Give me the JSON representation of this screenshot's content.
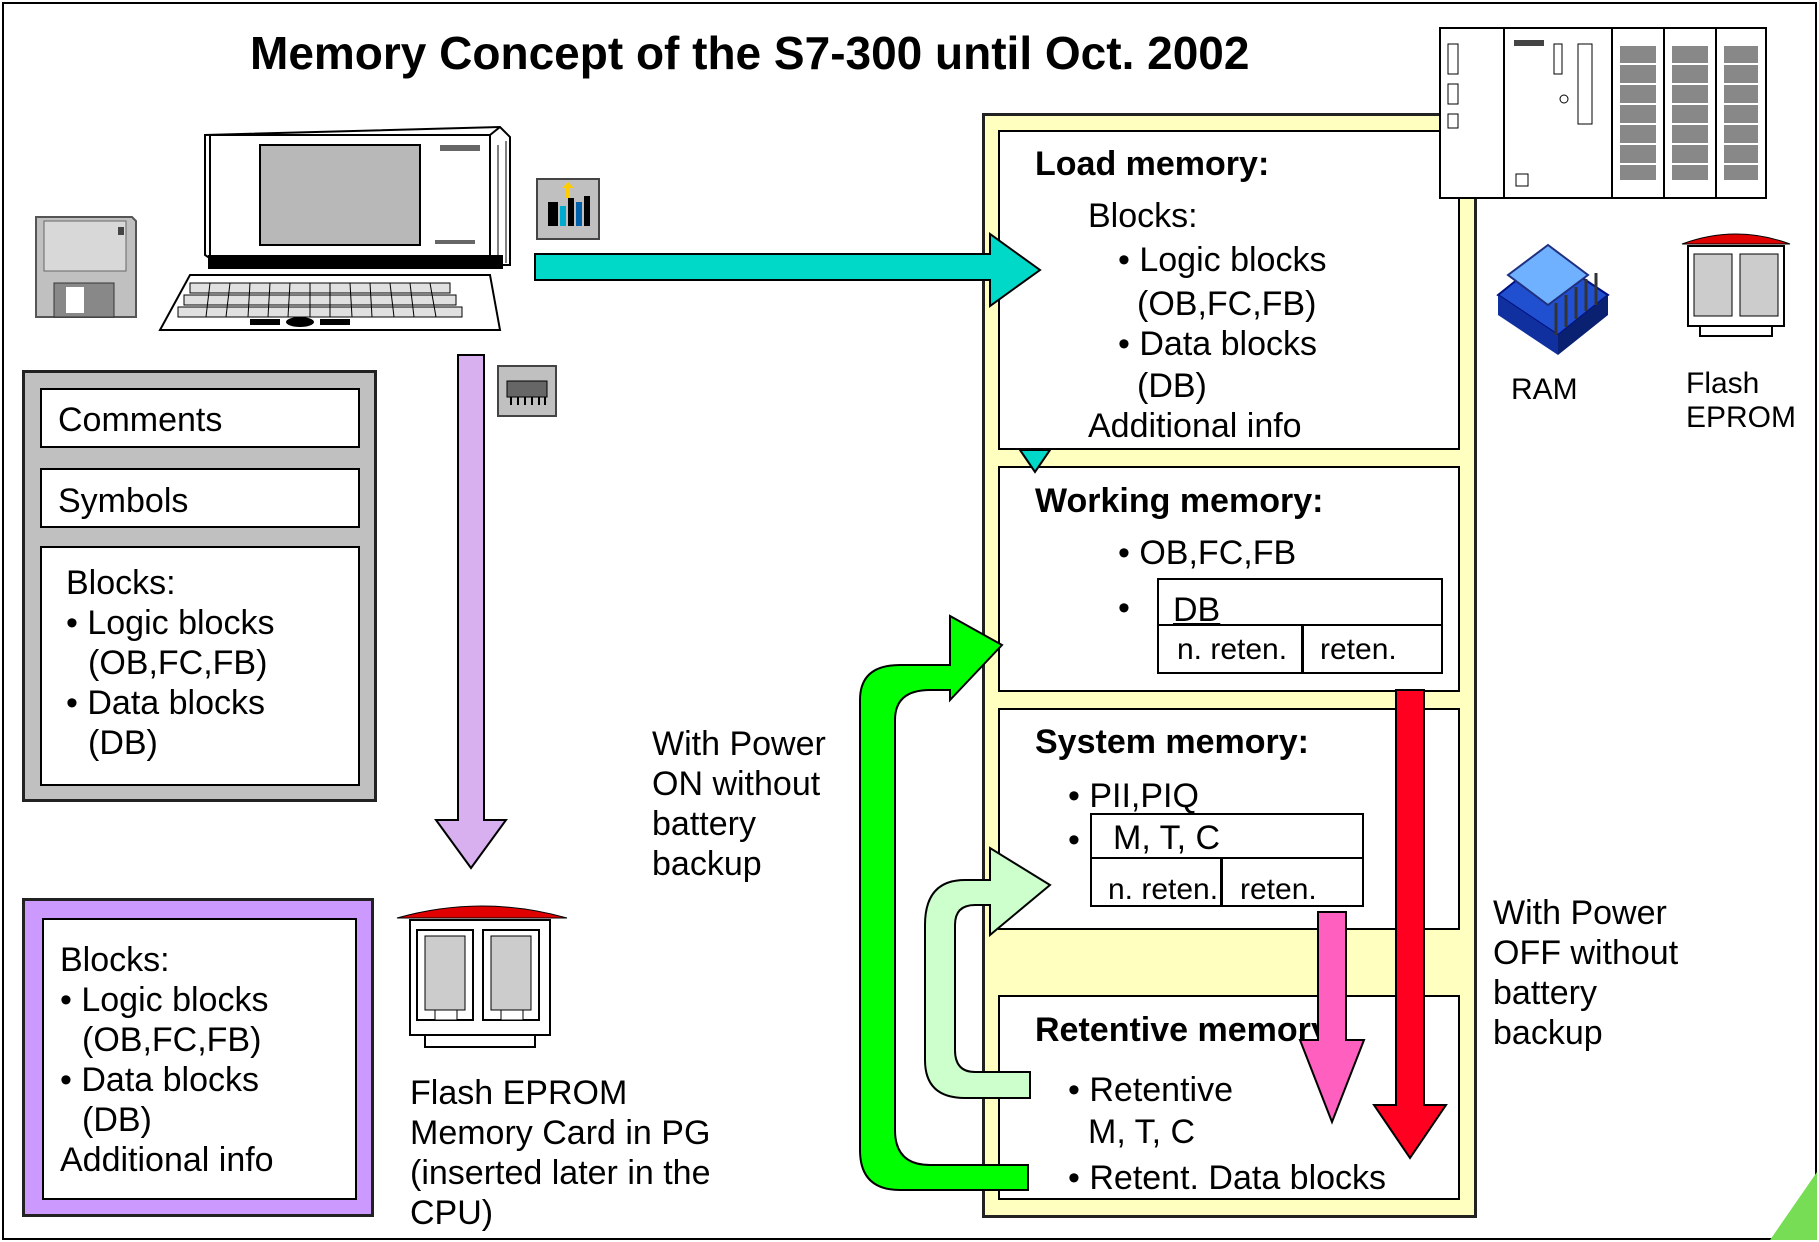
{
  "title": "Memory Concept of the S7-300 until Oct. 2002",
  "pg_left": {
    "comments": "Comments",
    "symbols": "Symbols",
    "blocks_heading": "Blocks:",
    "logic_blocks": "• Logic blocks",
    "logic_blocks_types": "(OB,FC,FB)",
    "data_blocks": "• Data blocks",
    "data_blocks_type": "(DB)"
  },
  "memory_card_box": {
    "blocks_heading": "Blocks:",
    "logic_blocks": "• Logic blocks",
    "logic_blocks_types": "(OB,FC,FB)",
    "data_blocks": "• Data blocks",
    "data_blocks_type": "(DB)",
    "additional_info": "Additional info"
  },
  "memory_card_caption": [
    "Flash EPROM",
    "Memory Card in PG",
    "(inserted later in the",
    "CPU)"
  ],
  "load_memory": {
    "title": "Load memory:",
    "blocks": "Blocks:",
    "logic_blocks": "• Logic blocks",
    "logic_blocks_types": "(OB,FC,FB)",
    "data_blocks": "• Data blocks",
    "data_blocks_type": "(DB)",
    "additional_info": "Additional info"
  },
  "working_memory": {
    "title": "Working memory:",
    "ob_fc_fb": "• OB,FC,FB",
    "bullet": "•",
    "db": "DB",
    "non_retentive": "n. reten.",
    "retentive": "reten."
  },
  "system_memory": {
    "title": "System memory:",
    "pii_piq": "• PII,PIQ",
    "bullet": "•",
    "mtc": "M, T, C",
    "non_retentive": "n. reten.",
    "retentive": "reten."
  },
  "retentive_memory": {
    "title": "Retentive memory:",
    "retentive_1": "• Retentive",
    "retentive_2": "M, T, C",
    "retent_db": "• Retent. Data blocks"
  },
  "power_on_note": [
    "With Power",
    "ON without",
    "battery",
    "backup"
  ],
  "power_off_note": [
    "With Power",
    "OFF without",
    "battery",
    "backup"
  ],
  "ram_label": "RAM",
  "flash_label": [
    "Flash",
    "EPROM"
  ],
  "colors": {
    "teal_arrow": "#00D8C8",
    "lilac_arrow": "#D8B0F0",
    "green_arrow": "#00FF00",
    "pale_green_arrow": "#CCFFCC",
    "red_arrow": "#FF0020",
    "pink_arrow": "#FF60C0",
    "cpu_yellow": "#FFFFC0",
    "gray_panel": "#C0C0C0",
    "lilac_border": "#CC99FF"
  }
}
